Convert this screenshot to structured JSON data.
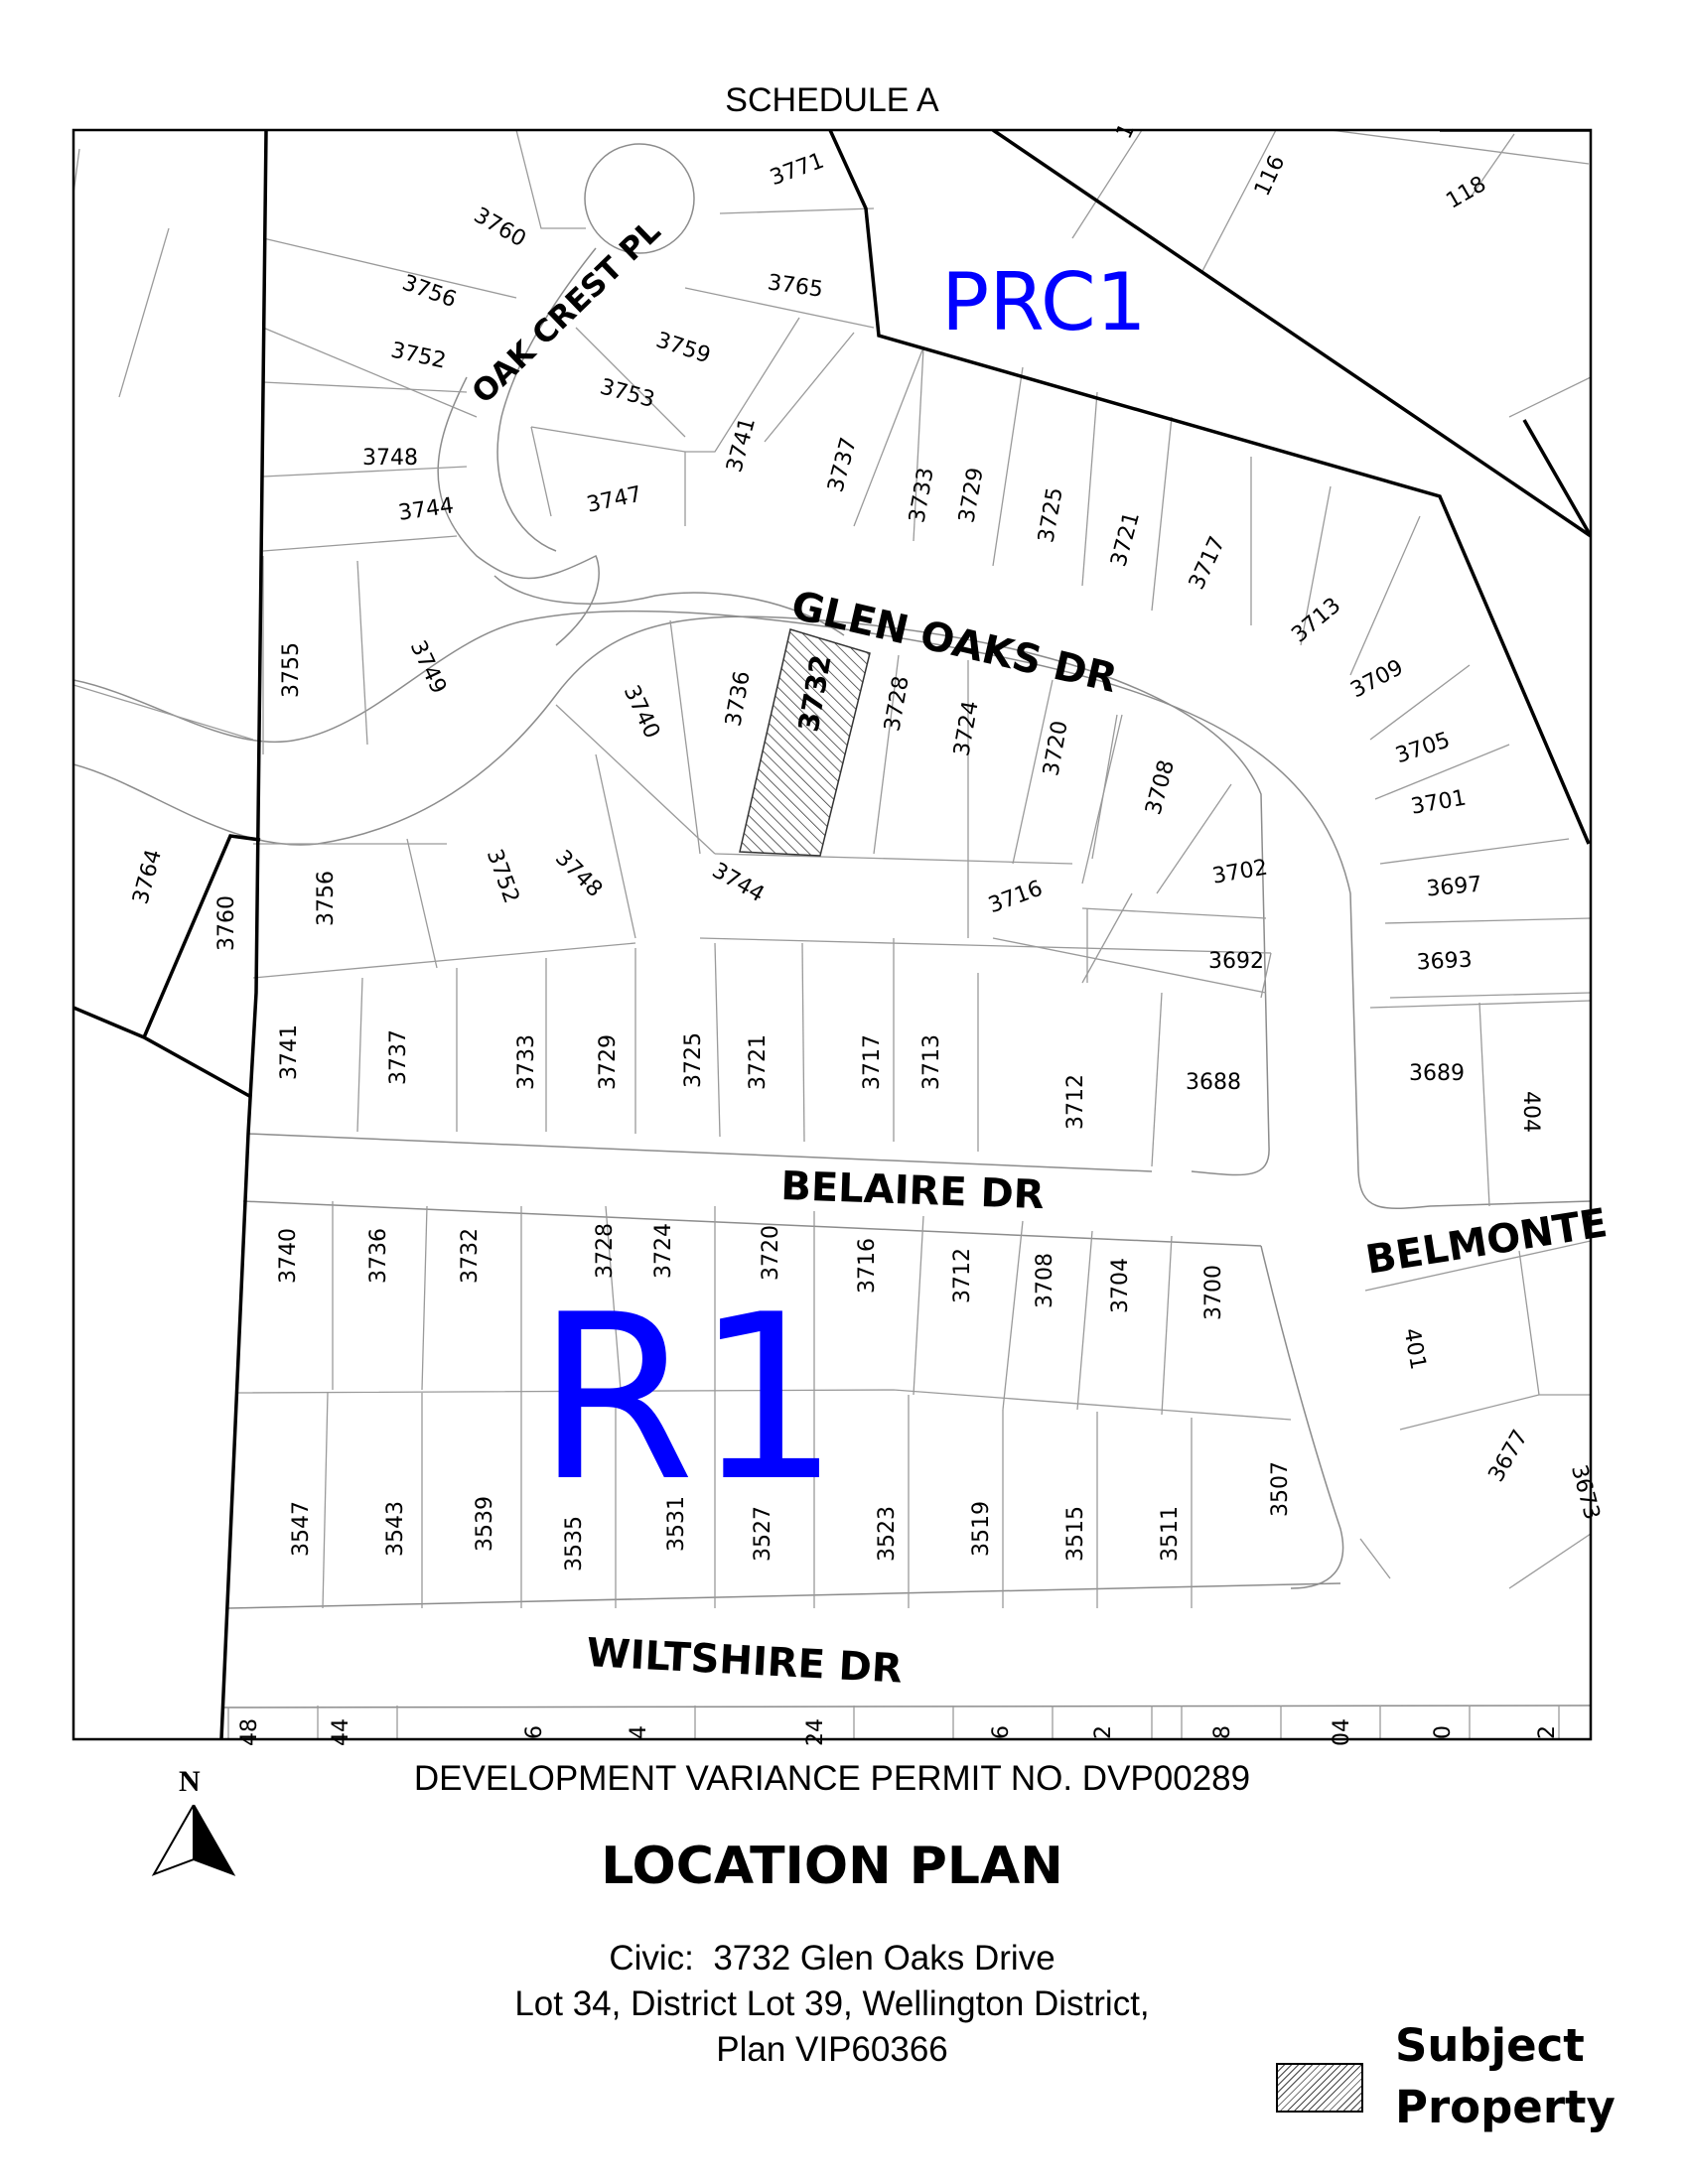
{
  "header": {
    "schedule": "SCHEDULE A"
  },
  "map": {
    "zones": [
      {
        "id": "prc1",
        "label": "PRC1",
        "color": "#0000ff"
      },
      {
        "id": "r1",
        "label": "R1",
        "color": "#0000ff"
      }
    ],
    "streets": {
      "oak_crest": "OAK CREST PL",
      "glen_oaks": "GLEN OAKS DR",
      "belaire": "BELAIRE DR",
      "belmont": "BELMONTE",
      "wiltshire": "WILTSHIRE DR"
    },
    "subject_lot": "3732",
    "lots": [
      "3771",
      "3760",
      "3765",
      "3756",
      "3752",
      "3759",
      "3753",
      "3748",
      "3744",
      "3747",
      "3741",
      "3737",
      "3733",
      "3729",
      "3725",
      "3721",
      "3717",
      "3713",
      "3709",
      "3705",
      "3701",
      "3697",
      "3693",
      "3755",
      "3749",
      "3740",
      "3736",
      "3728",
      "3724",
      "3720",
      "3708",
      "3702",
      "3716",
      "3692",
      "3764",
      "3760",
      "3756",
      "3752",
      "3748",
      "3744",
      "3741",
      "3737",
      "3733",
      "3729",
      "3725",
      "3721",
      "3717",
      "3713",
      "3712",
      "3688",
      "3689",
      "404",
      "3740",
      "3736",
      "3732",
      "3728",
      "3724",
      "3720",
      "3716",
      "3712",
      "3708",
      "3704",
      "3700",
      "401",
      "3547",
      "3543",
      "3539",
      "3535",
      "3531",
      "3527",
      "3523",
      "3519",
      "3515",
      "3511",
      "3507",
      "3677",
      "3673",
      "116",
      "118",
      "1",
      "48",
      "44",
      "6",
      "4",
      "24",
      "6",
      "2",
      "8",
      "04",
      "0",
      "2"
    ]
  },
  "footer": {
    "permit": "DEVELOPMENT VARIANCE PERMIT NO. DVP00289",
    "title": "LOCATION PLAN",
    "civic_lines": [
      "Civic:  3732 Glen Oaks Drive",
      "Lot 34, District Lot 39, Wellington District,",
      "Plan VIP60366"
    ],
    "legend_line1": "Subject",
    "legend_line2": "Property",
    "north": "N"
  },
  "colors": {
    "zone_label": "#0000ff",
    "lot_line": "#8c8c8c",
    "zone_line": "#000000"
  }
}
